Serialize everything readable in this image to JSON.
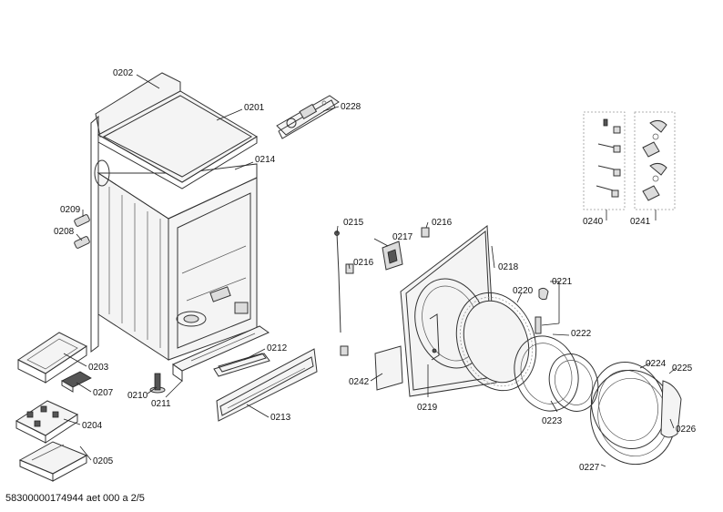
{
  "footer": {
    "document_id": "58300000174944 aet 000 a 2/5"
  },
  "callouts": [
    {
      "id": "0202",
      "text": "0202"
    },
    {
      "id": "0201",
      "text": "0201"
    },
    {
      "id": "0228",
      "text": "0228"
    },
    {
      "id": "0214",
      "text": "0214"
    },
    {
      "id": "0209",
      "text": "0209"
    },
    {
      "id": "0208",
      "text": "0208"
    },
    {
      "id": "0215",
      "text": "0215"
    },
    {
      "id": "0216a",
      "text": "0216"
    },
    {
      "id": "0217",
      "text": "0217"
    },
    {
      "id": "0216b",
      "text": "0216"
    },
    {
      "id": "0218",
      "text": "0218"
    },
    {
      "id": "0221",
      "text": "0221"
    },
    {
      "id": "0220",
      "text": "0220"
    },
    {
      "id": "0222",
      "text": "0222"
    },
    {
      "id": "0240",
      "text": "0240"
    },
    {
      "id": "0241",
      "text": "0241"
    },
    {
      "id": "0212",
      "text": "0212"
    },
    {
      "id": "0203",
      "text": "0203"
    },
    {
      "id": "0207",
      "text": "0207"
    },
    {
      "id": "0210",
      "text": "0210"
    },
    {
      "id": "0211",
      "text": "0211"
    },
    {
      "id": "0213",
      "text": "0213"
    },
    {
      "id": "0204",
      "text": "0204"
    },
    {
      "id": "0205",
      "text": "0205"
    },
    {
      "id": "0242",
      "text": "0242"
    },
    {
      "id": "0219",
      "text": "0219"
    },
    {
      "id": "0223",
      "text": "0223"
    },
    {
      "id": "0224",
      "text": "0224"
    },
    {
      "id": "0225",
      "text": "0225"
    },
    {
      "id": "0226",
      "text": "0226"
    },
    {
      "id": "0227",
      "text": "0227"
    }
  ]
}
